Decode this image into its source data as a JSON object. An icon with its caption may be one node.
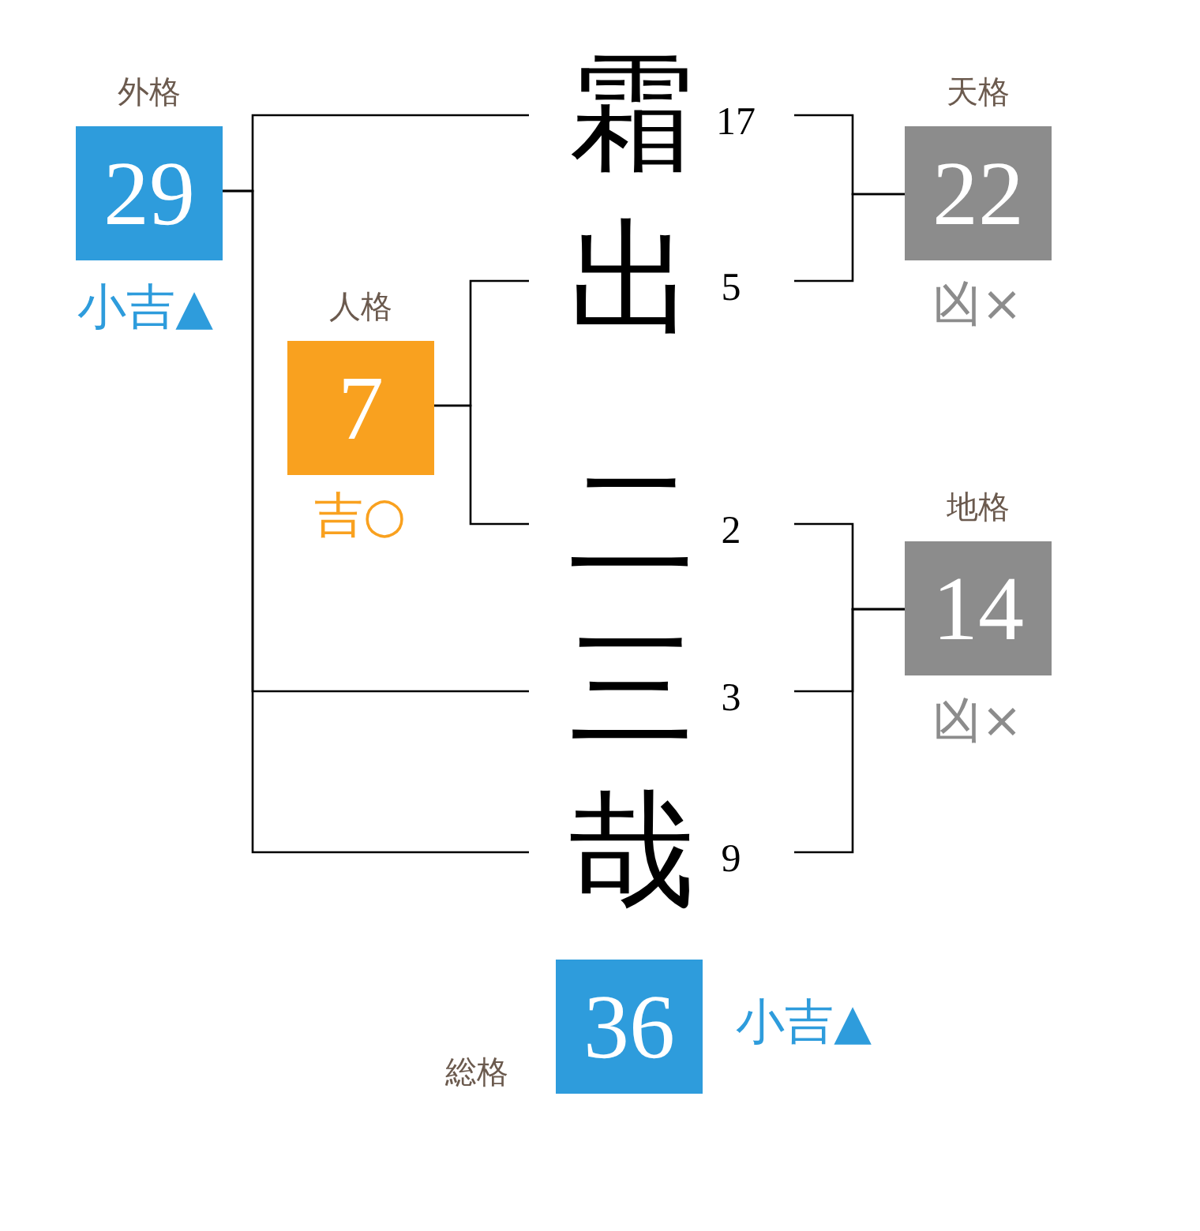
{
  "diagram": {
    "nodes": [
      {
        "text": [
          "外格",
          "29"
        ],
        "beside": [
          "小吉▲"
        ]
      },
      {
        "text": [
          "霜"
        ],
        "beside": [
          "17"
        ]
      },
      {
        "text": [
          "天格",
          "22"
        ],
        "beside": [
          "凶×"
        ]
      },
      {
        "text": [
          "出"
        ],
        "beside": [
          "5"
        ]
      },
      {
        "text": [
          "人格",
          "7"
        ],
        "beside": [
          "吉○"
        ]
      },
      {
        "text": [
          "二"
        ],
        "beside": [
          "2"
        ]
      },
      {
        "text": [
          "地格",
          "14"
        ],
        "beside": [
          "凶×"
        ]
      },
      {
        "text": [
          "三"
        ],
        "beside": [
          "3"
        ]
      },
      {
        "text": [
          "哉"
        ],
        "beside": [
          "9"
        ]
      },
      {
        "text": [
          "総格",
          "36"
        ],
        "beside": [
          "小吉▲"
        ]
      }
    ],
    "edges": [
      {
        "from": 1,
        "to": 0,
        "arrow": "none"
      },
      {
        "from": 7,
        "to": 0,
        "arrow": "none"
      },
      {
        "from": 8,
        "to": 0,
        "arrow": "none"
      },
      {
        "from": 1,
        "to": 2,
        "arrow": "none"
      },
      {
        "from": 3,
        "to": 2,
        "arrow": "none"
      },
      {
        "from": 3,
        "to": 4,
        "arrow": "none"
      },
      {
        "from": 5,
        "to": 4,
        "arrow": "none"
      },
      {
        "from": 5,
        "to": 6,
        "arrow": "none"
      },
      {
        "from": 7,
        "to": 6,
        "arrow": "none"
      },
      {
        "from": 8,
        "to": 6,
        "arrow": "none"
      }
    ]
  }
}
